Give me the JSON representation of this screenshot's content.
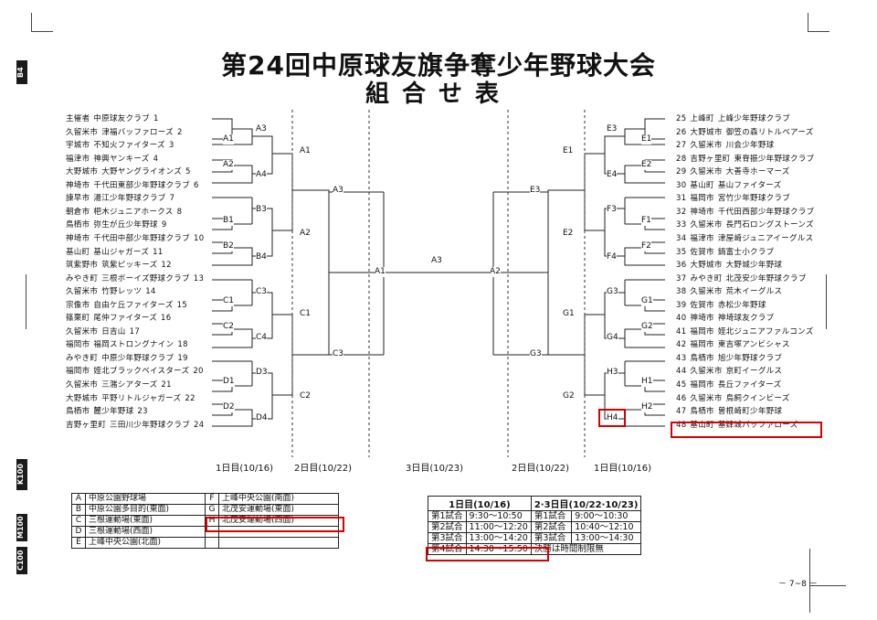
{
  "doc": {
    "title": "第24回中原球友旗争奪少年野球大会",
    "subtitle": "組合せ表",
    "page_number": "－ 7~8 －",
    "side_marks": [
      "B4",
      "K100",
      "M100",
      "C100"
    ]
  },
  "left_teams": [
    {
      "no": "1",
      "city": "主催者",
      "name": "中原球友クラブ"
    },
    {
      "no": "2",
      "city": "久留米市",
      "name": "津福バッファローズ"
    },
    {
      "no": "3",
      "city": "宇城市",
      "name": "不知火ファイターズ"
    },
    {
      "no": "4",
      "city": "福津市",
      "name": "神興ヤンキーズ"
    },
    {
      "no": "5",
      "city": "大野城市",
      "name": "大野ヤングライオンズ"
    },
    {
      "no": "6",
      "city": "神埼市",
      "name": "千代田東部少年野球クラブ"
    },
    {
      "no": "7",
      "city": "諫早市",
      "name": "湯江少年野球クラブ"
    },
    {
      "no": "8",
      "city": "朝倉市",
      "name": "杷木ジュニアホークス"
    },
    {
      "no": "9",
      "city": "鳥栖市",
      "name": "弥生が丘少年野球"
    },
    {
      "no": "10",
      "city": "神埼市",
      "name": "千代田中部少年野球クラブ"
    },
    {
      "no": "11",
      "city": "基山町",
      "name": "基山ジャガーズ"
    },
    {
      "no": "12",
      "city": "筑紫野市",
      "name": "筑紫ピッキーズ"
    },
    {
      "no": "13",
      "city": "みやき町",
      "name": "三根ボーイズ野球クラブ"
    },
    {
      "no": "14",
      "city": "久留米市",
      "name": "竹野レッツ"
    },
    {
      "no": "15",
      "city": "宗像市",
      "name": "自由ケ丘ファイターズ"
    },
    {
      "no": "16",
      "city": "篠栗町",
      "name": "尾仲ファイターズ"
    },
    {
      "no": "17",
      "city": "久留米市",
      "name": "日吉山"
    },
    {
      "no": "18",
      "city": "福岡市",
      "name": "福岡ストロングナイン"
    },
    {
      "no": "19",
      "city": "みやき町",
      "name": "中原少年野球クラブ"
    },
    {
      "no": "20",
      "city": "福岡市",
      "name": "姪北ブラックベイスターズ"
    },
    {
      "no": "21",
      "city": "久留米市",
      "name": "三潴シアターズ"
    },
    {
      "no": "22",
      "city": "大野城市",
      "name": "平野リトルジャガーズ"
    },
    {
      "no": "23",
      "city": "鳥栖市",
      "name": "麓少年野球"
    },
    {
      "no": "24",
      "city": "吉野ヶ里町",
      "name": "三田川少年野球クラブ"
    }
  ],
  "right_teams": [
    {
      "no": "25",
      "city": "上峰町",
      "name": "上峰少年野球クラブ"
    },
    {
      "no": "26",
      "city": "大野城市",
      "name": "御笠の森リトルベアーズ"
    },
    {
      "no": "27",
      "city": "久留米市",
      "name": "川会少年野球"
    },
    {
      "no": "28",
      "city": "吉野ヶ里町",
      "name": "東脊振少年野球クラブ"
    },
    {
      "no": "29",
      "city": "久留米市",
      "name": "大善寺ホーマーズ"
    },
    {
      "no": "30",
      "city": "基山町",
      "name": "基山ファイターズ"
    },
    {
      "no": "31",
      "city": "福岡市",
      "name": "宮竹少年野球クラブ"
    },
    {
      "no": "32",
      "city": "神埼市",
      "name": "千代田西部少年野球クラブ"
    },
    {
      "no": "33",
      "city": "久留米市",
      "name": "長門石ロングストーンズ"
    },
    {
      "no": "34",
      "city": "福津市",
      "name": "津屋崎ジュニアイーグルス"
    },
    {
      "no": "35",
      "city": "佐賀市",
      "name": "鍋富士小クラブ"
    },
    {
      "no": "36",
      "city": "大野城市",
      "name": "大野城少年野球"
    },
    {
      "no": "37",
      "city": "みやき町",
      "name": "北茂安少年野球クラブ"
    },
    {
      "no": "38",
      "city": "久留米市",
      "name": "荒木イーグルス"
    },
    {
      "no": "39",
      "city": "佐賀市",
      "name": "赤松少年野球"
    },
    {
      "no": "40",
      "city": "神埼市",
      "name": "神埼球友クラブ"
    },
    {
      "no": "41",
      "city": "福岡市",
      "name": "姪北ジュニアファルコンズ"
    },
    {
      "no": "42",
      "city": "福岡市",
      "name": "東吉塚アンビシャス"
    },
    {
      "no": "43",
      "city": "鳥栖市",
      "name": "旭少年野球クラブ"
    },
    {
      "no": "44",
      "city": "久留米市",
      "name": "京町イーグルス"
    },
    {
      "no": "45",
      "city": "福岡市",
      "name": "長丘ファイターズ"
    },
    {
      "no": "46",
      "city": "久留米市",
      "name": "鳥飼クインビーズ"
    },
    {
      "no": "47",
      "city": "鳥栖市",
      "name": "曽根崎町少年野球"
    },
    {
      "no": "48",
      "city": "基山町",
      "name": "基肄城バッファローズ"
    }
  ],
  "bracket": {
    "a3": "A3",
    "a1": "A1",
    "a2": "A2",
    "a4": "A4",
    "b3": "B3",
    "b1": "B1",
    "b2": "B2",
    "b4": "B4",
    "c3": "C3",
    "c1": "C1",
    "c2": "C2",
    "c4": "C4",
    "d3": "D3",
    "d1": "D1",
    "d2": "D2",
    "d4": "D4",
    "r2_a1": "A1",
    "r2_a2": "A2",
    "r2_c1": "C1",
    "r2_c2": "C2",
    "r3_a3": "A3",
    "r3_c3": "C3",
    "r4_left": "A1",
    "final": "A3",
    "r4_right": "A2",
    "e3": "E3",
    "e1": "E1",
    "e4": "E4",
    "e2": "E2",
    "f3": "F3",
    "f1": "F1",
    "f4": "F4",
    "f2": "F2",
    "g3": "G3",
    "g1": "G1",
    "g4": "G4",
    "g2": "G2",
    "h3": "H3",
    "h1": "H1",
    "h4": "H4",
    "h2": "H2",
    "r2_e1": "E1",
    "r2_e2": "E2",
    "r2_g1": "G1",
    "r2_g2": "G2",
    "r3_e3": "E3",
    "r3_g3": "G3"
  },
  "day_labels": {
    "l_day1": "1日目(10/16)",
    "l_day2": "2日目(10/22)",
    "day3": "3日目(10/23)",
    "r_day2": "2日目(10/22)",
    "r_day1": "1日目(10/16)"
  },
  "venues": [
    {
      "key": "A",
      "name": "中原公園野球場",
      "key2": "F",
      "name2": "上峰中央公園(南面)"
    },
    {
      "key": "B",
      "name": "中原公園多目的(東面)",
      "key2": "G",
      "name2": "北茂安運動場(東面)"
    },
    {
      "key": "C",
      "name": "三根運動場(東面)",
      "key2": "H",
      "name2": "北茂安運動場(西面)"
    },
    {
      "key": "D",
      "name": "三根運動場(西面)",
      "key2": "",
      "name2": ""
    },
    {
      "key": "E",
      "name": "上峰中央公園(北面)",
      "key2": "",
      "name2": ""
    }
  ],
  "schedule": {
    "head_day1": "1日目(10/16)",
    "head_day23": "2·3日目(10/22·10/23)",
    "rows": [
      {
        "g1": "第1試合",
        "t1": "9:30～10:50",
        "g2": "第1試合",
        "t2": "9:00～10:30"
      },
      {
        "g1": "第2試合",
        "t1": "11:00～12:20",
        "g2": "第2試合",
        "t2": "10:40～12:10"
      },
      {
        "g1": "第3試合",
        "t1": "13:00～14:20",
        "g2": "第3試合",
        "t2": "13:00～14:30"
      },
      {
        "g1": "第4試合",
        "t1": "14:30～15:50",
        "g2": "決勝は時間制限無",
        "t2": ""
      }
    ]
  },
  "colors": {
    "highlight": "#d80000",
    "line": "#222222"
  }
}
